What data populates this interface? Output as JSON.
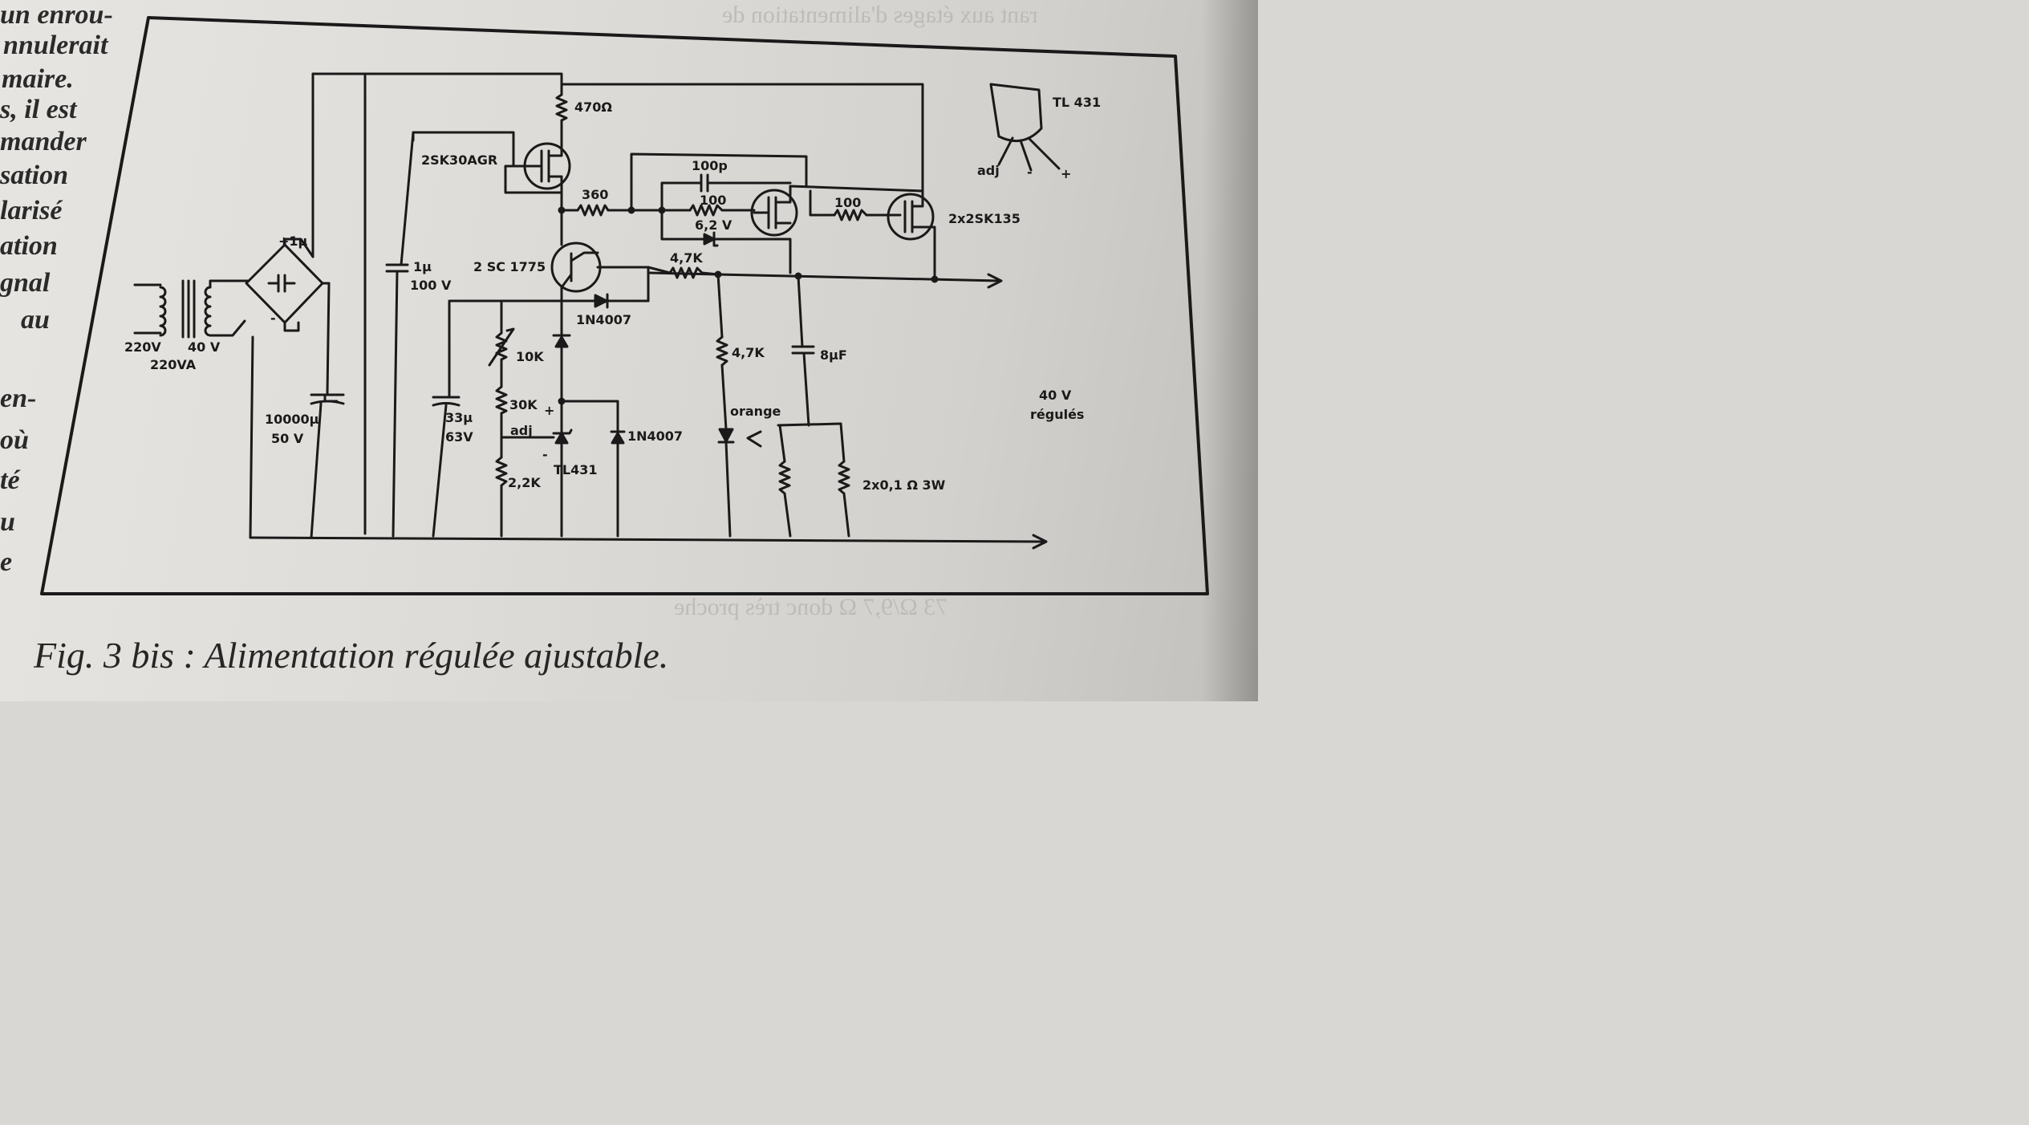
{
  "left_column_lines": [
    "un enrou-",
    "nnulerait",
    "maire.",
    "s, il est",
    "mander",
    "sation",
    "larisé",
    "ation",
    "gnal",
    "au",
    "en-",
    "où",
    "té",
    "u",
    "e"
  ],
  "caption": "Fig. 3 bis : Alimentation régulée ajustable.",
  "labels": {
    "r470": "470Ω",
    "fet1": "2SK30AGR",
    "r360": "360",
    "c100p": "100p",
    "r100a": "100",
    "zener62": "6,2 V",
    "r100b": "100",
    "fet_pair": "2x2SK135",
    "tl431_top": "TL 431",
    "pin_adj": "adj",
    "pin_minus": "-",
    "pin_plus": "+",
    "c_bridge": "+1µ",
    "bridge_minus": "-",
    "c1u": "1µ",
    "c1u_v": "100 V",
    "q_bjt": "2 SC 1775",
    "r47k_series": "4,7K",
    "d_1n4007_top": "1N4007",
    "tr_primary": "220V",
    "tr_secondary": "40 V",
    "tr_power": "220VA",
    "pot10k": "10K",
    "r30k": "30K",
    "tl_plus": "+",
    "tl_adj": "adj",
    "tl_minus": "-",
    "tl431": "TL431",
    "r22k": "2,2K",
    "c10000": "10000µ",
    "c10000_v": "50 V",
    "c33": "33µ",
    "c33_v": "63V",
    "d_1n4007_right": "1N4007",
    "r47k_led": "4,7K",
    "led": "orange",
    "c8": "8µF",
    "out_v": "40 V",
    "out_text": "régulés",
    "shunt": "2x0,1 Ω 3W"
  }
}
